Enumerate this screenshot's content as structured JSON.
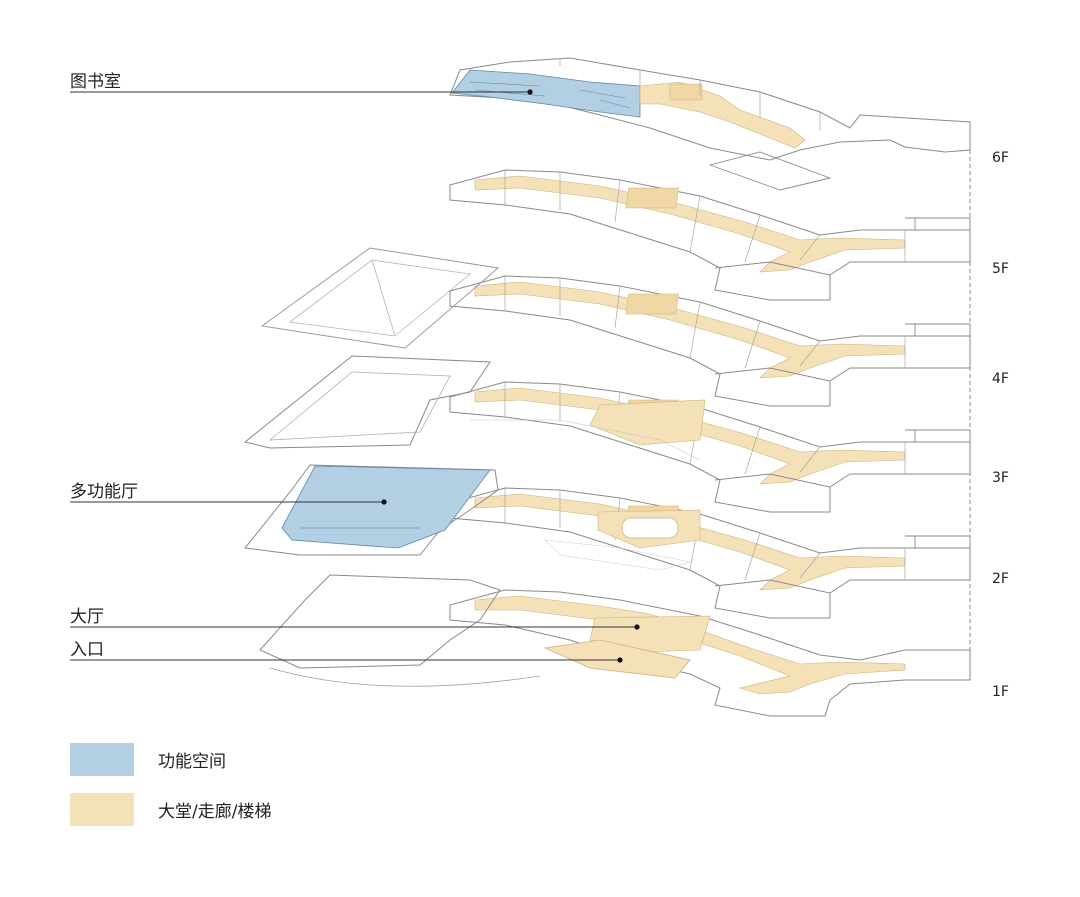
{
  "callouts": [
    {
      "id": "library",
      "label": "图书室"
    },
    {
      "id": "multipurpose",
      "label": "多功能厅"
    },
    {
      "id": "hall",
      "label": "大厅"
    },
    {
      "id": "entrance",
      "label": "入口"
    }
  ],
  "floors": [
    "6F",
    "5F",
    "4F",
    "3F",
    "2F",
    "1F"
  ],
  "legend": [
    {
      "label": "功能空间",
      "color": "#b3cfe4"
    },
    {
      "label": "大堂/走廊/楼梯",
      "color": "#f4e1b7"
    }
  ],
  "colors": {
    "functional": "#b3cfe4",
    "circulation": "#f4e1b7",
    "line": "#8a8a8a",
    "leader": "#333333"
  }
}
